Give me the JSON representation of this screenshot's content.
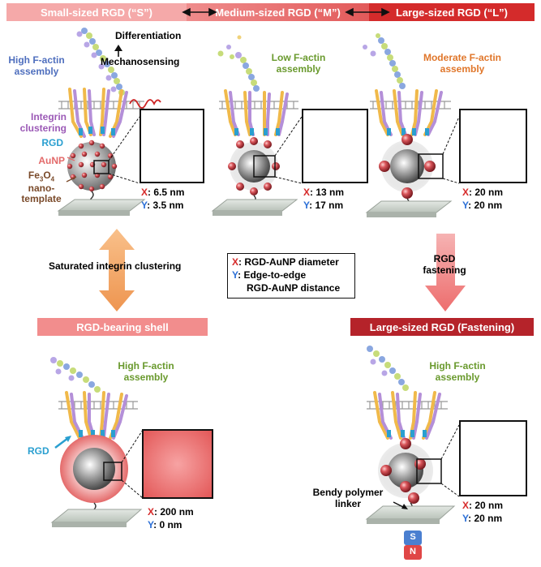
{
  "colors": {
    "x_label": "#d62b2b",
    "y_label": "#2b6fd6",
    "high_factin": "#4f6fbe",
    "low_factin": "#6a9a2e",
    "moderate_factin": "#e0762a",
    "integrin": "#9b59b6",
    "rgd": "#2a9fd0",
    "aunp": "#e36a6a",
    "fe3o4": "#7a4a2a",
    "banner_dark": "#c8262e",
    "banner_light": "#f19a9a",
    "arrow_orange": "#f0a060",
    "arrow_pink": "#f07a7a"
  },
  "top_banner": {
    "small": "Small-sized RGD (“S”)",
    "medium": "Medium-sized RGD (“M”)",
    "large": "Large-sized RGD (“L”)"
  },
  "panel_small": {
    "differentiation": "Differentiation",
    "mechanosensing": "Mechanosensing",
    "factin": "High F-actin assembly",
    "integrin_clustering": "Integrin clustering",
    "rgd": "RGD",
    "aunp": "AuNP",
    "fe3o4_line1": "Fe",
    "fe3o4_sub1": "3",
    "fe3o4_o": "O",
    "fe3o4_sub2": "4",
    "nanotemplate_line2": "nano-",
    "nanotemplate_line3": "template",
    "x_key": "X",
    "x_value": ": 6.5 nm",
    "y_key": "Y",
    "y_value": ": 3.5 nm"
  },
  "panel_medium": {
    "factin_line1": "Low F-actin",
    "factin_line2": "assembly",
    "x_key": "X",
    "x_value": ": 13 nm",
    "y_key": "Y",
    "y_value": ": 17 nm"
  },
  "panel_large": {
    "factin_line1": "Moderate F-actin",
    "factin_line2": "assembly",
    "x_key": "X",
    "x_value": ": 20 nm",
    "y_key": "Y",
    "y_value": ": 20 nm"
  },
  "middle": {
    "saturated": "Saturated integrin clustering",
    "legend_x_key": "X",
    "legend_x_text": ": RGD-AuNP diameter",
    "legend_y_key": "Y",
    "legend_y_text": ": Edge-to-edge",
    "legend_y_text2": "RGD-AuNP distance",
    "fastening_line1": "RGD",
    "fastening_line2": "fastening"
  },
  "panel_shell": {
    "banner": "RGD-bearing shell",
    "factin_line1": "High F-actin",
    "factin_line2": "assembly",
    "rgd": "RGD",
    "x_key": "X",
    "x_value": ": 200 nm",
    "y_key": "Y",
    "y_value": ": 0 nm"
  },
  "panel_fastening": {
    "banner": "Large-sized RGD (Fastening)",
    "factin_line1": "High F-actin",
    "factin_line2": "assembly",
    "linker_line1": "Bendy polymer",
    "linker_line2": "linker",
    "x_key": "X",
    "x_value": ": 20 nm",
    "y_key": "Y",
    "y_value": ": 20 nm",
    "magnet_s": "S",
    "magnet_n": "N"
  }
}
